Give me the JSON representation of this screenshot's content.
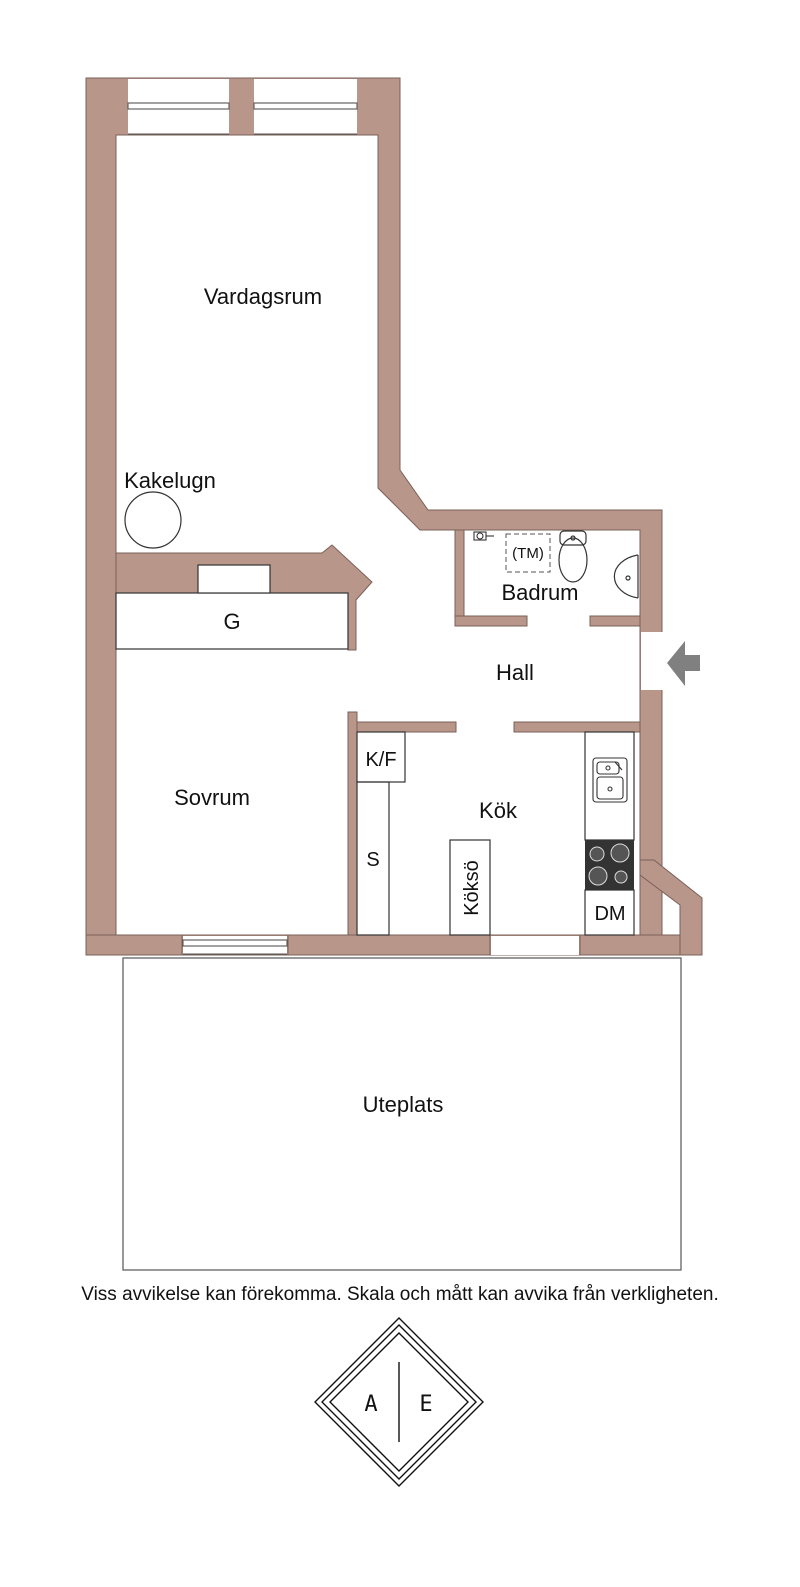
{
  "colors": {
    "wall": "#b9968a",
    "wall_stroke": "#7a6058",
    "line": "#333333",
    "arrow": "#808080"
  },
  "rooms": {
    "vardagsrum": "Vardagsrum",
    "kakelugn": "Kakelugn",
    "g": "G",
    "sovrum": "Sovrum",
    "hall": "Hall",
    "badrum": "Badrum",
    "tm": "(TM)",
    "kok": "Kök",
    "kf": "K/F",
    "s": "S",
    "koksö": "Köksö",
    "dm": "DM",
    "uteplats": "Uteplats"
  },
  "icons": [
    "entrance-arrow-icon",
    "toilet-icon",
    "washbasin-icon",
    "shower-icon",
    "sink-icon",
    "stove-icon",
    "tile-stove-icon"
  ],
  "disclaimer": "Viss avvikelse kan förekomma. Skala och mått kan avvika från verkligheten.",
  "logo": {
    "left": "A",
    "right": "E"
  }
}
